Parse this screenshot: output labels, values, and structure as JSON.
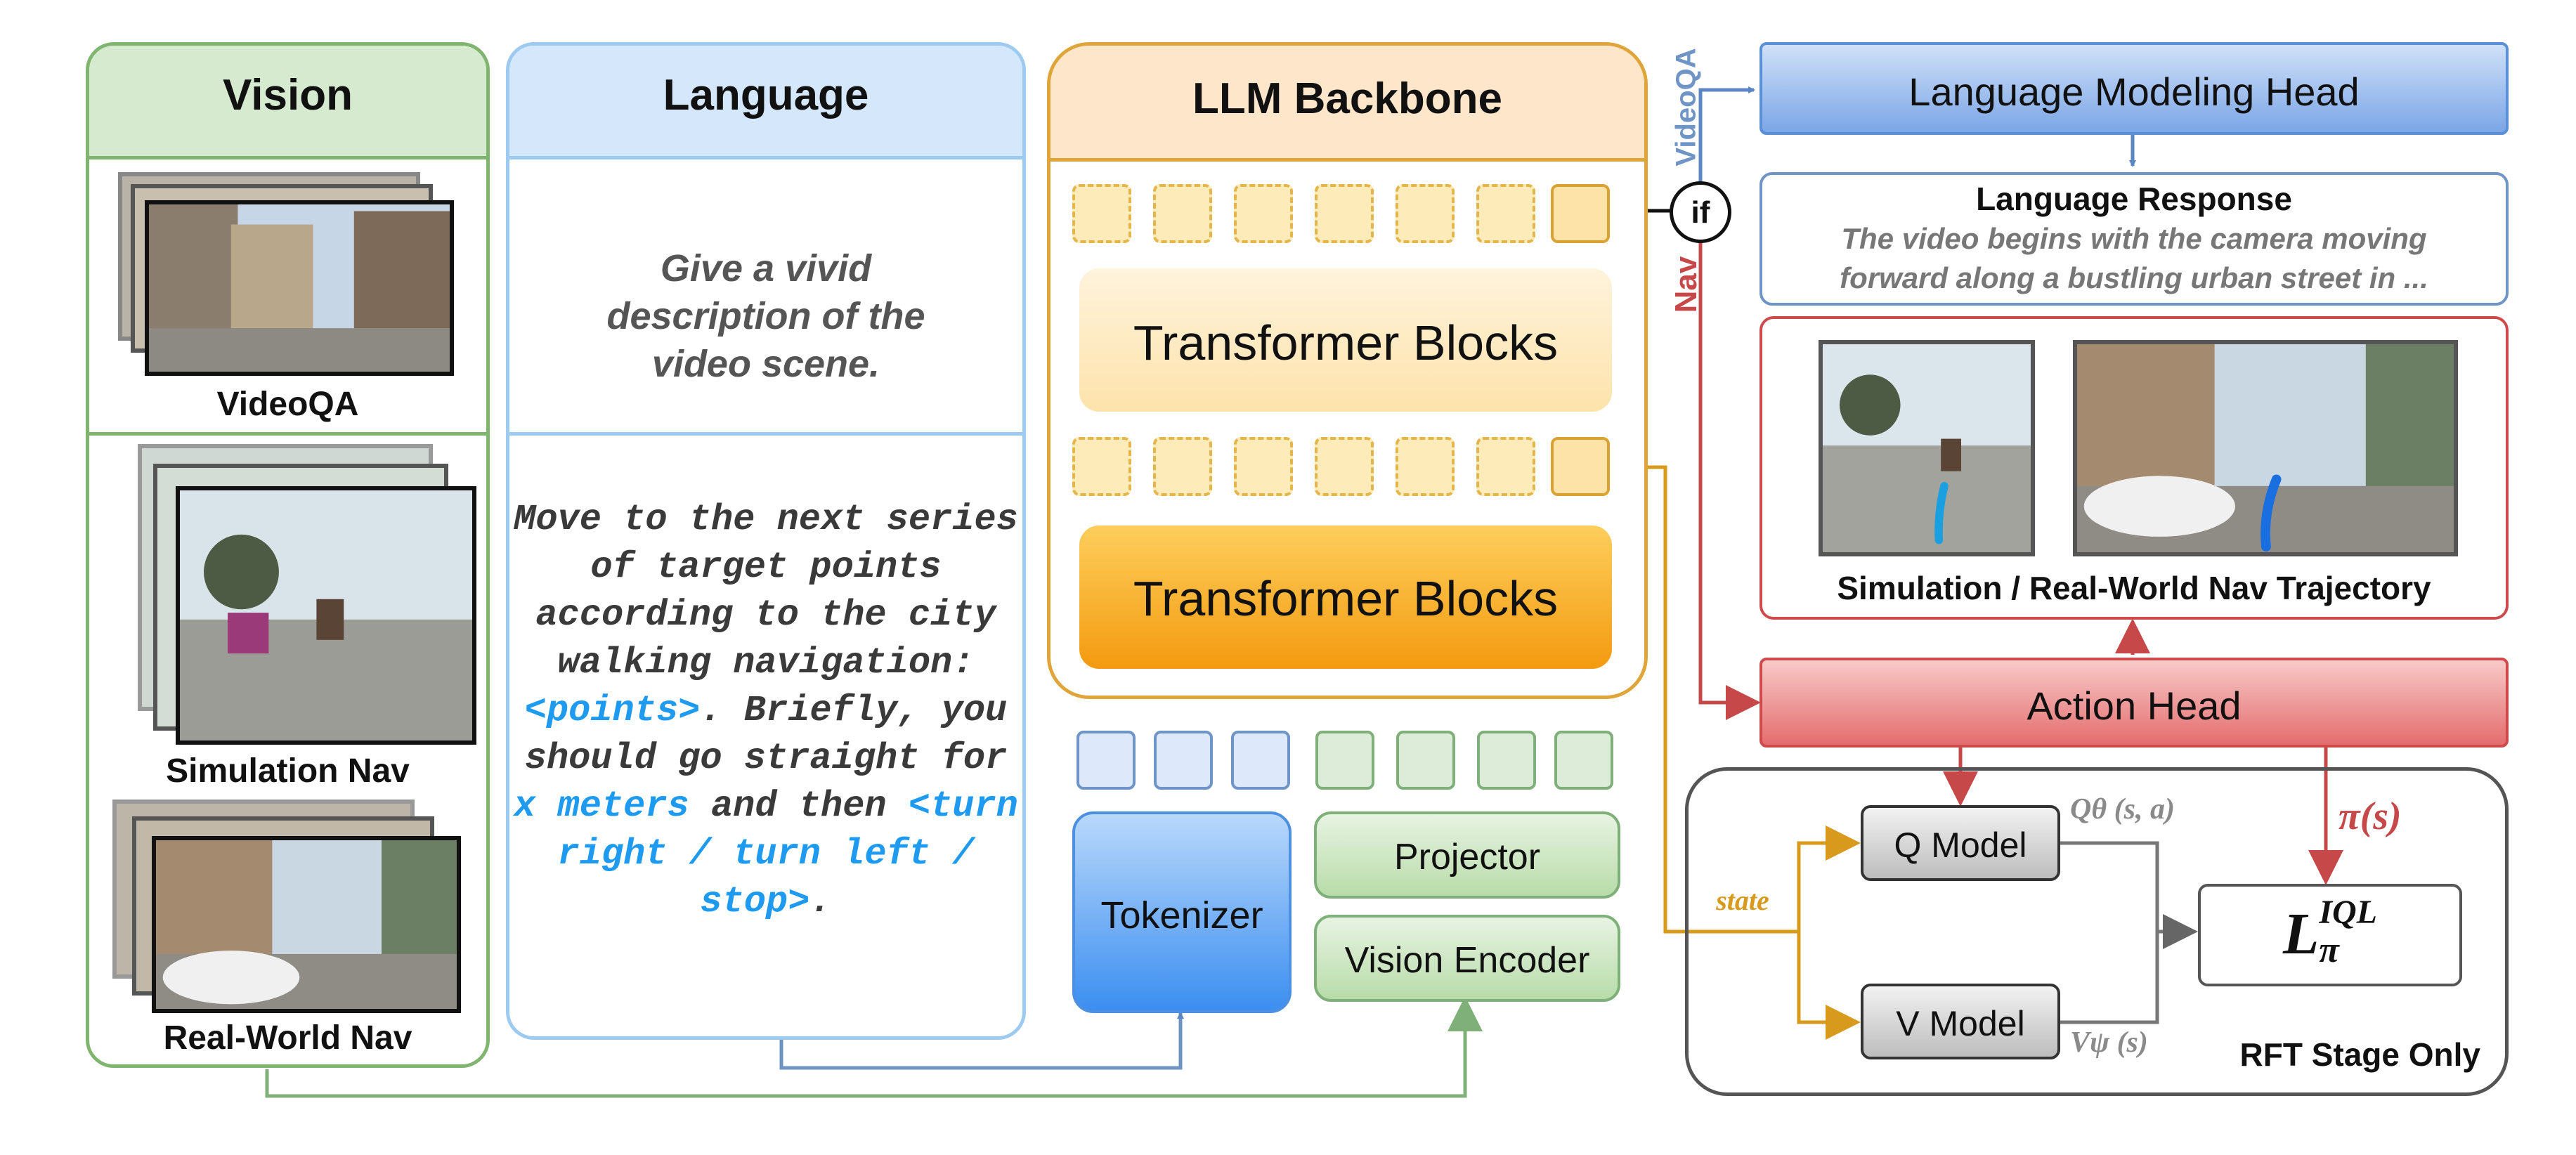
{
  "vision": {
    "title": "Vision",
    "videoqa_label": "VideoQA",
    "sim_nav_label": "Simulation Nav",
    "real_nav_label": "Real-World Nav"
  },
  "language": {
    "title": "Language",
    "videoqa_prompt": "Give a vivid description of the video scene.",
    "nav_prompt_parts": [
      {
        "text": "Move to the next series of target points according to the city walking navigation: ",
        "hl": false
      },
      {
        "text": "<points>",
        "hl": true
      },
      {
        "text": ". Briefly, you should go straight for ",
        "hl": false
      },
      {
        "text": "x meters",
        "hl": true
      },
      {
        "text": " and then ",
        "hl": false
      },
      {
        "text": "<turn right / turn left / stop>",
        "hl": true
      },
      {
        "text": ".",
        "hl": false
      }
    ]
  },
  "backbone": {
    "title": "LLM Backbone",
    "block1": "Transformer Blocks",
    "block2": "Transformer Blocks",
    "tokenizer": "Tokenizer",
    "projector": "Projector",
    "vision_encoder": "Vision Encoder"
  },
  "router": {
    "if_label": "if",
    "videoqa_label": "VideoQA",
    "nav_label": "Nav"
  },
  "heads": {
    "lm_head": "Language Modeling Head",
    "response_title": "Language Response",
    "response_text": "The video begins with the camera moving forward along a bustling urban street in ...",
    "trajectory_label": "Simulation / Real-World Nav Trajectory",
    "action_head": "Action Head"
  },
  "rft": {
    "state_label": "state",
    "q_model": "Q Model",
    "v_model": "V Model",
    "q_fn": "Qθ (s, a)",
    "v_fn": "Vψ (s)",
    "pi_label": "π(s)",
    "loss_base": "L",
    "loss_sup": "IQL",
    "loss_sub": "π",
    "stage_label": "RFT Stage Only"
  },
  "colors": {
    "vision_green": "#7fb56e",
    "language_blue": "#9ccaf0",
    "backbone_orange": "#e0a53a",
    "lm_blue": "#5b8fd6",
    "action_red": "#cf4b4b",
    "highlight_cyan": "#1e9bf0",
    "state_gold": "#d89a1c"
  }
}
